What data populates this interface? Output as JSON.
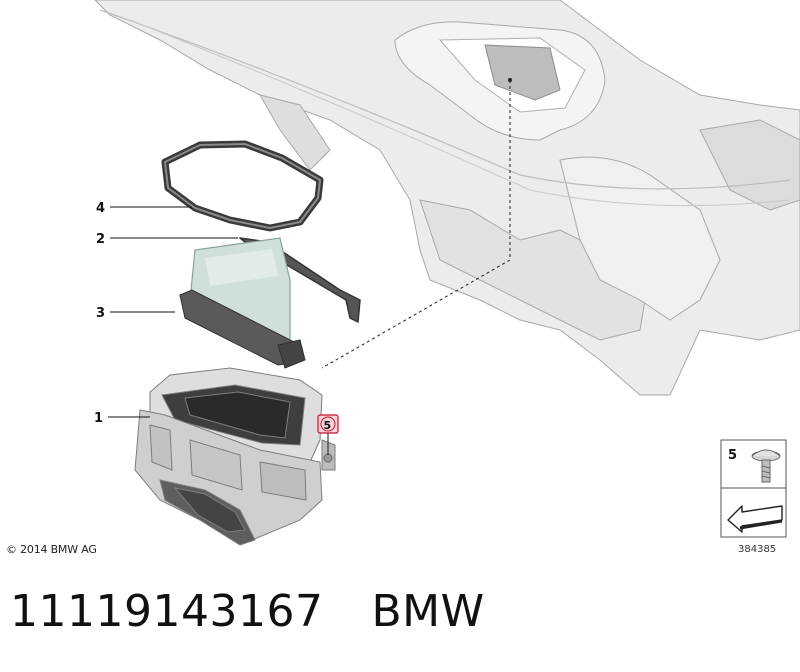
{
  "callouts": [
    "1",
    "2",
    "3",
    "4",
    "5"
  ],
  "inset": {
    "part_number": "5",
    "reference": "384385"
  },
  "copyright": "© 2014 BMW AG",
  "caption": {
    "part_code": "11119143167",
    "brand": "BMW"
  },
  "colors": {
    "part_fill": "#e6e6e6",
    "part_stroke": "#9a9a9a",
    "dark_part": "#4a4a4a",
    "glass": "#cfe0d8",
    "highlight": "#c8102e"
  }
}
